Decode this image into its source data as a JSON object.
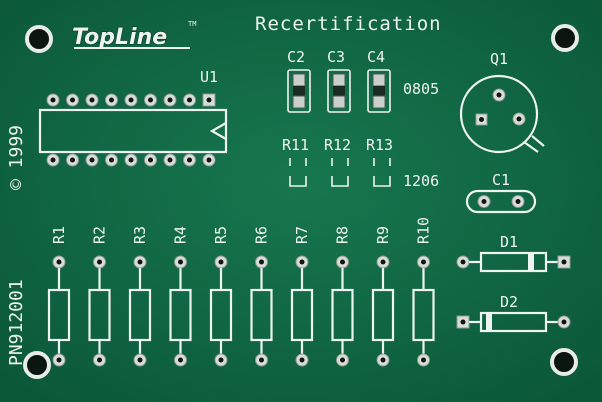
{
  "board": {
    "background_color": "#0f6b45",
    "silkscreen_color": "#eef4ef",
    "logo": {
      "text": "TopLine",
      "trademark": "TM"
    },
    "title": "Recertification",
    "copyright": "© 1999",
    "part_number": "PN912001",
    "ic_label": "U1",
    "capacitor_smd_labels": [
      "C2",
      "C3",
      "C4"
    ],
    "capacitor_smd_package": "0805",
    "resistor_smd_labels": [
      "R11",
      "R12",
      "R13"
    ],
    "resistor_smd_package": "1206",
    "transistor_label": "Q1",
    "capacitor_th_label": "C1",
    "resistor_labels": [
      "R1",
      "R2",
      "R3",
      "R4",
      "R5",
      "R6",
      "R7",
      "R8",
      "R9",
      "R10"
    ],
    "diode_labels": [
      "D1",
      "D2"
    ]
  }
}
